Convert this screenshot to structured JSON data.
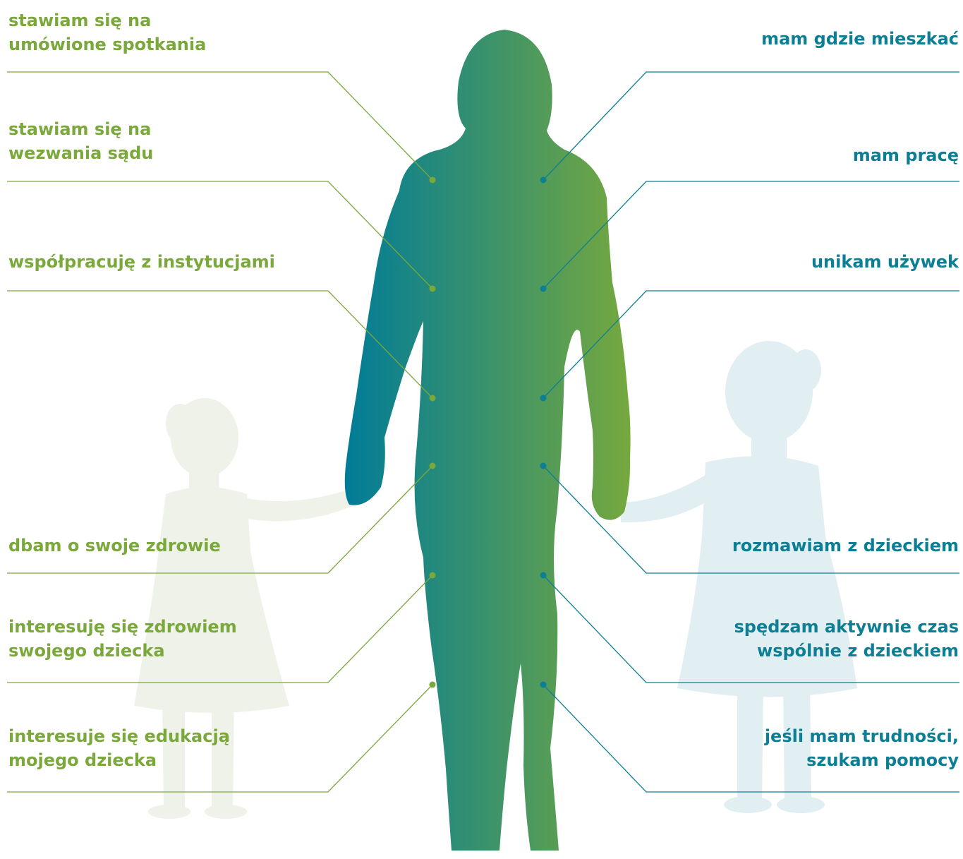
{
  "colors": {
    "left_accent": "#7aa83b",
    "right_accent": "#0d7f94",
    "figure_gradient_start": "#007c98",
    "figure_gradient_end": "#76a83e",
    "left_child": "#eef2e9",
    "right_child": "#e1eef2"
  },
  "left_labels": [
    "stawiam się na\numówione spotkania",
    "stawiam się na\nwezwania sądu",
    "współpracuję z instytucjami",
    "dbam o swoje zdrowie",
    "interesuję się zdrowiem\nswojego dziecka",
    "interesuje się edukacją\nmojego dziecka"
  ],
  "right_labels": [
    "mam gdzie mieszkać",
    "mam pracę",
    "unikam używek",
    "rozmawiam z dzieckiem",
    "spędzam aktywnie czas\nwspólnie z dzieckiem",
    "jeśli mam trudności,\nszukam pomocy"
  ],
  "icons": {
    "adult": "adult-silhouette-icon",
    "left_child": "girl-silhouette-icon",
    "right_child": "girl-silhouette-icon"
  }
}
